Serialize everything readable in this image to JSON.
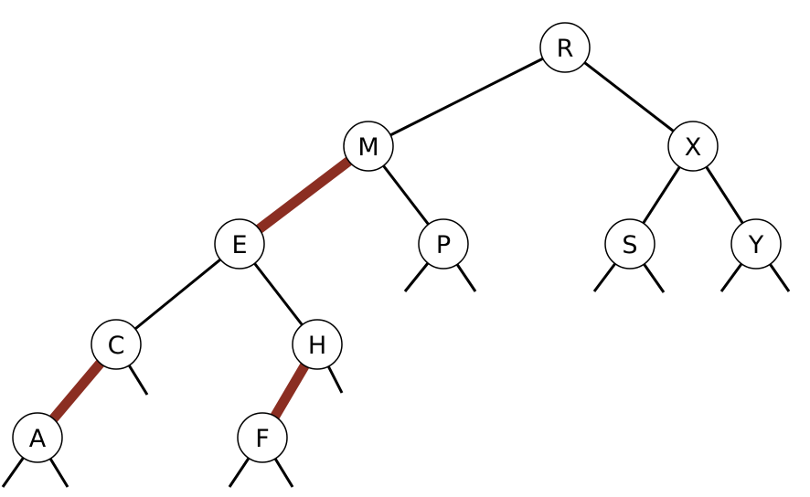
{
  "diagram": {
    "type": "red-black-tree",
    "red_link_color": "#8B2E22",
    "black_link_color": "#000000",
    "nodes": [
      "R",
      "M",
      "X",
      "E",
      "P",
      "S",
      "Y",
      "C",
      "H",
      "A",
      "F"
    ],
    "links": [
      {
        "parent": "R",
        "child": "M",
        "color": "black"
      },
      {
        "parent": "R",
        "child": "X",
        "color": "black"
      },
      {
        "parent": "M",
        "child": "E",
        "color": "red"
      },
      {
        "parent": "M",
        "child": "P",
        "color": "black"
      },
      {
        "parent": "X",
        "child": "S",
        "color": "black"
      },
      {
        "parent": "X",
        "child": "Y",
        "color": "black"
      },
      {
        "parent": "E",
        "child": "C",
        "color": "black"
      },
      {
        "parent": "E",
        "child": "H",
        "color": "black"
      },
      {
        "parent": "C",
        "child": "A",
        "color": "red"
      },
      {
        "parent": "H",
        "child": "F",
        "color": "red"
      }
    ],
    "null_links": [
      {
        "node": "P",
        "side": "left"
      },
      {
        "node": "P",
        "side": "right"
      },
      {
        "node": "S",
        "side": "left"
      },
      {
        "node": "S",
        "side": "right"
      },
      {
        "node": "Y",
        "side": "left"
      },
      {
        "node": "Y",
        "side": "right"
      },
      {
        "node": "C",
        "side": "right"
      },
      {
        "node": "H",
        "side": "right"
      },
      {
        "node": "A",
        "side": "left"
      },
      {
        "node": "A",
        "side": "right"
      },
      {
        "node": "F",
        "side": "left"
      },
      {
        "node": "F",
        "side": "right"
      }
    ]
  }
}
